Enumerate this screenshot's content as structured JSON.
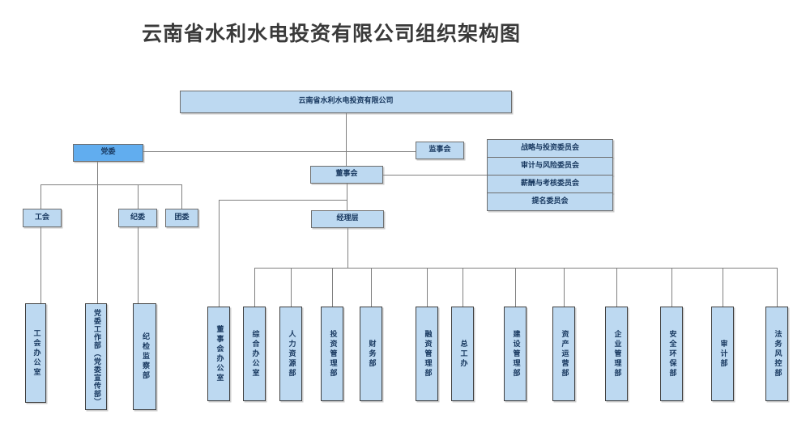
{
  "title": "云南省水利水电投资有限公司组织架构图",
  "org": {
    "company": "云南省水利水电投资有限公司",
    "party_committee": "党委",
    "supervisory_board": "监事会",
    "board_of_directors": "董事会",
    "management": "经理层",
    "committees": [
      "战略与投资委员会",
      "审计与风险委员会",
      "薪酬与考核委员会",
      "提名委员会"
    ],
    "party_branches": [
      "工会",
      "纪委",
      "团委"
    ],
    "party_offices": [
      "工会办公室",
      "党委工作部（党委宣传部）",
      "纪检监察部"
    ],
    "departments": [
      "董事会办公室",
      "综合办公室",
      "人力资源部",
      "投资管理部",
      "财务部",
      "融资管理部",
      "总工办",
      "建设管理部",
      "资产运营部",
      "企业管理部",
      "安全环保部",
      "审计部",
      "法务风控部"
    ]
  },
  "colors": {
    "box_fill": "#bdd9f1",
    "party_box_fill": "#61adef",
    "box_border": "#6e6e6e",
    "connector": "#808080",
    "box_text": "#17375e"
  }
}
